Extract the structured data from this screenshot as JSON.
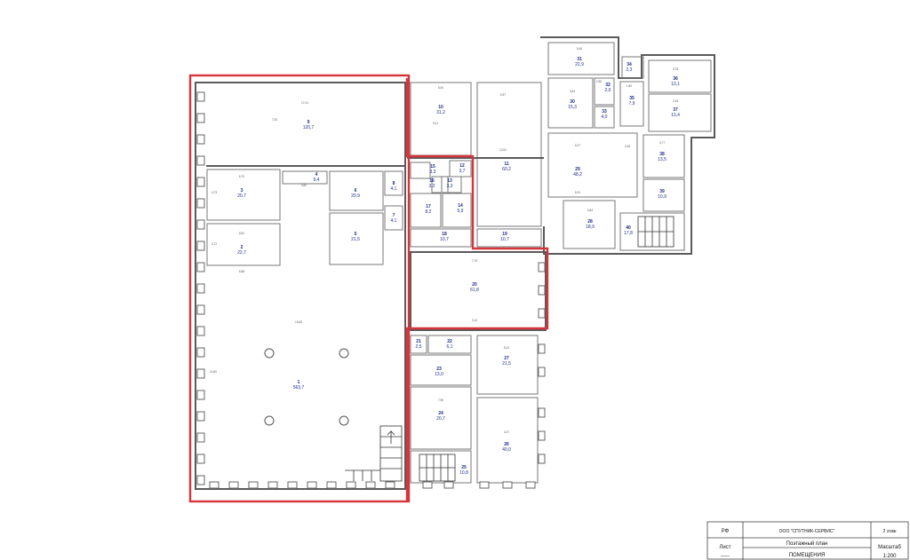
{
  "rooms": [
    {
      "id": "r9",
      "num": "9",
      "area": "120,7"
    },
    {
      "id": "r3",
      "num": "3",
      "area": "20,7"
    },
    {
      "id": "r2",
      "num": "2",
      "area": "22,7"
    },
    {
      "id": "r1",
      "num": "1",
      "area": "563,7"
    },
    {
      "id": "r4",
      "num": "4",
      "area": "9,4"
    },
    {
      "id": "r6",
      "num": "6",
      "area": "20,9"
    },
    {
      "id": "r5",
      "num": "5",
      "area": "21,5"
    },
    {
      "id": "r8",
      "num": "8",
      "area": "4,1"
    },
    {
      "id": "r7",
      "num": "7",
      "area": "4,1"
    },
    {
      "id": "r10",
      "num": "10",
      "area": "31,2"
    },
    {
      "id": "r15",
      "num": "15",
      "area": "3,3"
    },
    {
      "id": "r16",
      "num": "16",
      "area": "3,2"
    },
    {
      "id": "r12",
      "num": "12",
      "area": "3,7"
    },
    {
      "id": "r13",
      "num": "13",
      "area": "3,3"
    },
    {
      "id": "r17",
      "num": "17",
      "area": "8,2"
    },
    {
      "id": "r14",
      "num": "14",
      "area": "5,9"
    },
    {
      "id": "r11",
      "num": "11",
      "area": "60,2"
    },
    {
      "id": "r18",
      "num": "18",
      "area": "10,7"
    },
    {
      "id": "r19",
      "num": "19",
      "area": "10,7"
    },
    {
      "id": "r20",
      "num": "20",
      "area": "61,8"
    },
    {
      "id": "r21",
      "num": "21",
      "area": "2,5"
    },
    {
      "id": "r22",
      "num": "22",
      "area": "6,1"
    },
    {
      "id": "r23",
      "num": "23",
      "area": "13,0"
    },
    {
      "id": "r24",
      "num": "24",
      "area": "20,7"
    },
    {
      "id": "r25",
      "num": "25",
      "area": "10,8"
    },
    {
      "id": "r27",
      "num": "27",
      "area": "21,5"
    },
    {
      "id": "r26",
      "num": "26",
      "area": "40,0"
    },
    {
      "id": "r29",
      "num": "29",
      "area": "48,2"
    },
    {
      "id": "r28",
      "num": "28",
      "area": "18,9"
    },
    {
      "id": "r30",
      "num": "30",
      "area": "15,3"
    },
    {
      "id": "r31",
      "num": "31",
      "area": "22,9"
    },
    {
      "id": "r32",
      "num": "32",
      "area": "2,0"
    },
    {
      "id": "r33",
      "num": "33",
      "area": "4,0"
    },
    {
      "id": "r34",
      "num": "34",
      "area": "2,3"
    },
    {
      "id": "r35",
      "num": "35",
      "area": "7,9"
    },
    {
      "id": "r36",
      "num": "36",
      "area": "13,1"
    },
    {
      "id": "r37",
      "num": "37",
      "area": "13,4"
    },
    {
      "id": "r38",
      "num": "38",
      "area": "13,5"
    },
    {
      "id": "r39",
      "num": "39",
      "area": "10,9"
    },
    {
      "id": "r40",
      "num": "40",
      "area": "17,8"
    }
  ],
  "dimensions": {
    "d1": "17,41",
    "d2": "7,20",
    "d3": "6,70",
    "d4": "4,73",
    "d5": "6,81",
    "d6": "3,72",
    "d7": "6,88",
    "d8": "13,65",
    "d9": "14,50",
    "d10": "3,82",
    "d11": "3,21",
    "d12": "5,00",
    "d13": "12,51",
    "d14": "5,97",
    "d15": "7,70",
    "d16": "3,14",
    "d17": "5,24",
    "d18": "4,27",
    "d19": "7,90",
    "d20": "5,27",
    "d21": "6,91",
    "d22": "2,06",
    "d23": "1,80",
    "d24": "2,55",
    "d25": "3,54",
    "d26": "5,40",
    "d27": "3,78",
    "d28": "2,15",
    "d29": "4,77",
    "d30": "3,84"
  },
  "title_block": {
    "rf": "РФ",
    "company": "ООО \"СПУТНИК-СЕРВИС\"",
    "floor": "2 этаж",
    "sheet_label": "Лист",
    "sheet_value": "——",
    "plan_title": "Поэтажный план",
    "section": "ПОМЕЩЕНИЯ",
    "scale_label": "Масштаб",
    "scale_value": "1:200"
  },
  "colors": {
    "highlight": "#d6343a",
    "room_label": "#1c2a8c",
    "wall": "#5a5a5a"
  }
}
